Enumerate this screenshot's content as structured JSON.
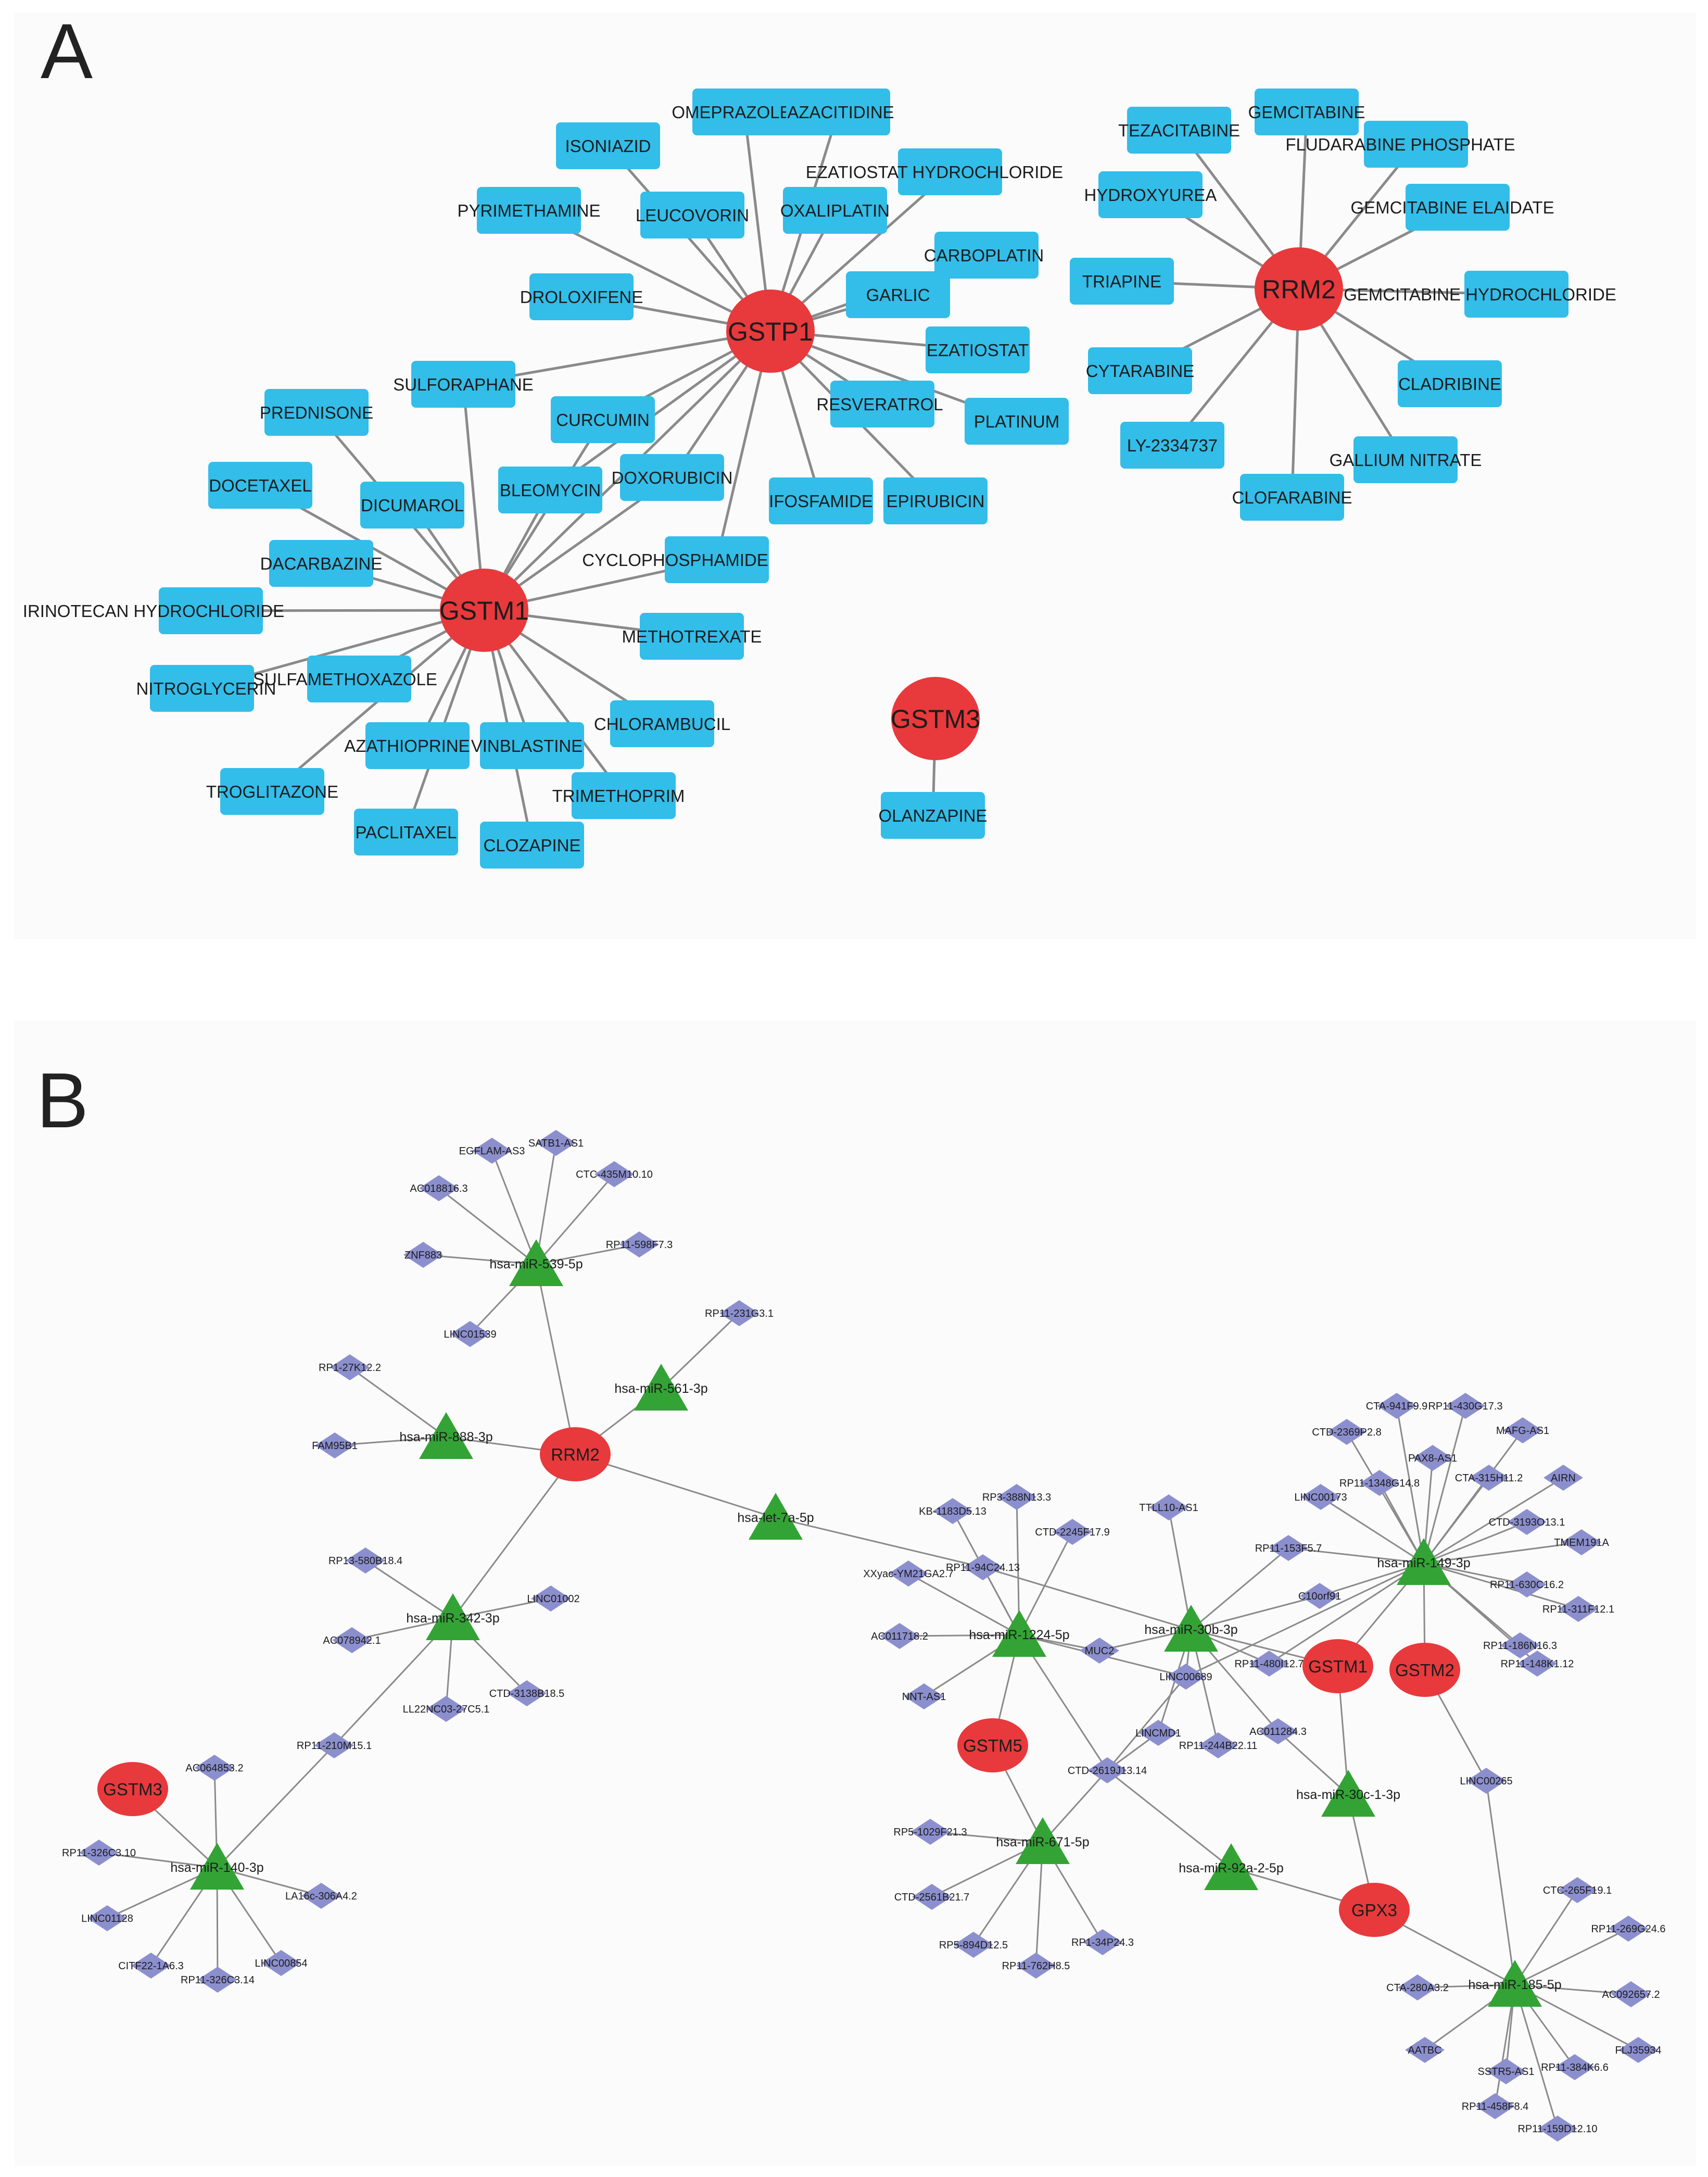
{
  "panels": [
    {
      "letter": "A"
    },
    {
      "letter": "B"
    }
  ],
  "colors": {
    "gene": "#e8393c",
    "drug": "#33bde9",
    "mirna": "#33a335",
    "lncrna": "#8c8fce",
    "edge": "#8a8a8a",
    "panel_bg": "#fbfbfb"
  },
  "network_a": {
    "genes": [
      "GSTP1",
      "RRM2",
      "GSTM1",
      "GSTM3"
    ],
    "drugs": [
      "OMEPRAZOLE",
      "AZACITIDINE",
      "ISONIAZID",
      "EZATIOSTAT HYDROCHLORIDE",
      "PYRIMETHAMINE",
      "LEUCOVORIN",
      "OXALIPLATIN",
      "CARBOPLATIN",
      "DROLOXIFENE",
      "GARLIC",
      "EZATIOSTAT",
      "SULFORAPHANE",
      "RESVERATROL",
      "PLATINUM",
      "PREDNISONE",
      "CURCUMIN",
      "DOCETAXEL",
      "DICUMAROL",
      "BLEOMYCIN",
      "DOXORUBICIN",
      "IFOSFAMIDE",
      "EPIRUBICIN",
      "DACARBAZINE",
      "CYCLOPHOSPHAMIDE",
      "IRINOTECAN HYDROCHLORIDE",
      "METHOTREXATE",
      "NITROGLYCERIN",
      "SULFAMETHOXAZOLE",
      "CHLORAMBUCIL",
      "AZATHIOPRINE",
      "VINBLASTINE",
      "TROGLITAZONE",
      "TRIMETHOPRIM",
      "PACLITAXEL",
      "CLOZAPINE",
      "TEZACITABINE",
      "GEMCITABINE",
      "FLUDARABINE PHOSPHATE",
      "HYDROXYUREA",
      "GEMCITABINE ELAIDATE",
      "TRIAPINE",
      "GEMCITABINE HYDROCHLORIDE",
      "CYTARABINE",
      "CLADRIBINE",
      "LY-2334737",
      "GALLIUM NITRATE",
      "CLOFARABINE",
      "OLANZAPINE"
    ],
    "edges": [
      [
        "GSTP1",
        "OMEPRAZOLE"
      ],
      [
        "GSTP1",
        "AZACITIDINE"
      ],
      [
        "GSTP1",
        "ISONIAZID"
      ],
      [
        "GSTP1",
        "EZATIOSTAT HYDROCHLORIDE"
      ],
      [
        "GSTP1",
        "PYRIMETHAMINE"
      ],
      [
        "GSTP1",
        "LEUCOVORIN"
      ],
      [
        "GSTP1",
        "OXALIPLATIN"
      ],
      [
        "GSTP1",
        "CARBOPLATIN"
      ],
      [
        "GSTP1",
        "DROLOXIFENE"
      ],
      [
        "GSTP1",
        "GARLIC"
      ],
      [
        "GSTP1",
        "EZATIOSTAT"
      ],
      [
        "GSTP1",
        "SULFORAPHANE"
      ],
      [
        "GSTP1",
        "RESVERATROL"
      ],
      [
        "GSTP1",
        "PLATINUM"
      ],
      [
        "GSTP1",
        "CURCUMIN"
      ],
      [
        "GSTP1",
        "BLEOMYCIN"
      ],
      [
        "GSTP1",
        "DOXORUBICIN"
      ],
      [
        "GSTP1",
        "IFOSFAMIDE"
      ],
      [
        "GSTP1",
        "EPIRUBICIN"
      ],
      [
        "GSTP1",
        "CYCLOPHOSPHAMIDE"
      ],
      [
        "GSTP1",
        "GSTM1"
      ],
      [
        "GSTM1",
        "SULFORAPHANE"
      ],
      [
        "GSTM1",
        "PREDNISONE"
      ],
      [
        "GSTM1",
        "CURCUMIN"
      ],
      [
        "GSTM1",
        "DOCETAXEL"
      ],
      [
        "GSTM1",
        "DICUMAROL"
      ],
      [
        "GSTM1",
        "BLEOMYCIN"
      ],
      [
        "GSTM1",
        "DOXORUBICIN"
      ],
      [
        "GSTM1",
        "DACARBAZINE"
      ],
      [
        "GSTM1",
        "CYCLOPHOSPHAMIDE"
      ],
      [
        "GSTM1",
        "IRINOTECAN HYDROCHLORIDE"
      ],
      [
        "GSTM1",
        "METHOTREXATE"
      ],
      [
        "GSTM1",
        "NITROGLYCERIN"
      ],
      [
        "GSTM1",
        "SULFAMETHOXAZOLE"
      ],
      [
        "GSTM1",
        "CHLORAMBUCIL"
      ],
      [
        "GSTM1",
        "AZATHIOPRINE"
      ],
      [
        "GSTM1",
        "VINBLASTINE"
      ],
      [
        "GSTM1",
        "TROGLITAZONE"
      ],
      [
        "GSTM1",
        "TRIMETHOPRIM"
      ],
      [
        "GSTM1",
        "PACLITAXEL"
      ],
      [
        "GSTM1",
        "CLOZAPINE"
      ],
      [
        "RRM2",
        "TEZACITABINE"
      ],
      [
        "RRM2",
        "GEMCITABINE"
      ],
      [
        "RRM2",
        "FLUDARABINE PHOSPHATE"
      ],
      [
        "RRM2",
        "HYDROXYUREA"
      ],
      [
        "RRM2",
        "GEMCITABINE ELAIDATE"
      ],
      [
        "RRM2",
        "TRIAPINE"
      ],
      [
        "RRM2",
        "GEMCITABINE HYDROCHLORIDE"
      ],
      [
        "RRM2",
        "CYTARABINE"
      ],
      [
        "RRM2",
        "CLADRIBINE"
      ],
      [
        "RRM2",
        "LY-2334737"
      ],
      [
        "RRM2",
        "GALLIUM NITRATE"
      ],
      [
        "RRM2",
        "CLOFARABINE"
      ],
      [
        "GSTM3",
        "OLANZAPINE"
      ]
    ]
  },
  "network_b": {
    "genes": [
      "RRM2",
      "GSTM3",
      "GSTM1",
      "GSTM2",
      "GSTM5",
      "GPX3"
    ],
    "mirnas": [
      "hsa-miR-539-5p",
      "hsa-miR-561-3p",
      "hsa-miR-888-3p",
      "hsa-let-7a-5p",
      "hsa-miR-342-3p",
      "hsa-miR-140-3p",
      "hsa-miR-1224-5p",
      "hsa-miR-30b-3p",
      "hsa-miR-149-3p",
      "hsa-miR-30c-1-3p",
      "hsa-miR-671-5p",
      "hsa-miR-92a-2-5p",
      "hsa-miR-185-5p"
    ],
    "lncrnas": [
      "EGFLAM-AS3",
      "SATB1-AS1",
      "AC018816.3",
      "CTC-435M10.10",
      "ZNF883",
      "RP11-598F7.3",
      "LINC01539",
      "RP11-231G3.1",
      "RP1-27K12.2",
      "FAM95B1",
      "RP13-580B18.4",
      "LINC01002",
      "AC078942.1",
      "CTD-3138B18.5",
      "LL22NC03-27C5.1",
      "RP11-210M15.1",
      "AC064853.2",
      "RP11-326C3.10",
      "LA16c-306A4.2",
      "LINC01128",
      "CITF22-1A6.3",
      "RP11-326C3.14",
      "LINC00854",
      "KB-1183D5.13",
      "RP3-388N13.3",
      "CTD-2245F17.9",
      "XXyac-YM21GA2.7",
      "RP11-94C24.13",
      "AC011718.2",
      "NNT-AS1",
      "MUC2",
      "TTLL10-AS1",
      "RP11-153F5.7",
      "C10orf91",
      "RP11-480I12.7",
      "LINC00689",
      "LINCMD1",
      "RP11-244B22.11",
      "AC011284.3",
      "CTD-2619J13.14",
      "CTA-941F9.9",
      "RP11-430G17.3",
      "CTD-2369P2.8",
      "MAFG-AS1",
      "PAX8-AS1",
      "RP11-1348G14.8",
      "CTA-315H11.2",
      "AIRN",
      "LINC00173",
      "CTD-3193O13.1",
      "TMEM191A",
      "RP11-630C16.2",
      "RP11-311F12.1",
      "RP11-186N16.3",
      "RP11-148K1.12",
      "LINC00265",
      "RP5-1029F21.3",
      "CTD-2561B21.7",
      "RP5-894D12.5",
      "RP11-762H8.5",
      "RP1-34P24.3",
      "CTC-265F19.1",
      "RP11-269G24.6",
      "CTA-280A3.2",
      "AC092657.2",
      "AATBC",
      "FLJ35934",
      "SSTR5-AS1",
      "RP11-384K6.6",
      "RP11-458F8.4",
      "RP11-159D12.10"
    ],
    "edges": [
      [
        "hsa-miR-539-5p",
        "EGFLAM-AS3"
      ],
      [
        "hsa-miR-539-5p",
        "SATB1-AS1"
      ],
      [
        "hsa-miR-539-5p",
        "AC018816.3"
      ],
      [
        "hsa-miR-539-5p",
        "CTC-435M10.10"
      ],
      [
        "hsa-miR-539-5p",
        "ZNF883"
      ],
      [
        "hsa-miR-539-5p",
        "RP11-598F7.3"
      ],
      [
        "hsa-miR-539-5p",
        "LINC01539"
      ],
      [
        "hsa-miR-539-5p",
        "RRM2"
      ],
      [
        "hsa-miR-561-3p",
        "RP11-231G3.1"
      ],
      [
        "hsa-miR-561-3p",
        "RRM2"
      ],
      [
        "hsa-miR-888-3p",
        "RP1-27K12.2"
      ],
      [
        "hsa-miR-888-3p",
        "FAM95B1"
      ],
      [
        "hsa-miR-888-3p",
        "RRM2"
      ],
      [
        "hsa-let-7a-5p",
        "RRM2"
      ],
      [
        "hsa-let-7a-5p",
        "RP11-94C24.13"
      ],
      [
        "hsa-miR-342-3p",
        "RRM2"
      ],
      [
        "hsa-miR-342-3p",
        "RP13-580B18.4"
      ],
      [
        "hsa-miR-342-3p",
        "LINC01002"
      ],
      [
        "hsa-miR-342-3p",
        "AC078942.1"
      ],
      [
        "hsa-miR-342-3p",
        "CTD-3138B18.5"
      ],
      [
        "hsa-miR-342-3p",
        "LL22NC03-27C5.1"
      ],
      [
        "hsa-miR-342-3p",
        "RP11-210M15.1"
      ],
      [
        "hsa-miR-140-3p",
        "RP11-210M15.1"
      ],
      [
        "hsa-miR-140-3p",
        "GSTM3"
      ],
      [
        "hsa-miR-140-3p",
        "AC064853.2"
      ],
      [
        "hsa-miR-140-3p",
        "RP11-326C3.10"
      ],
      [
        "hsa-miR-140-3p",
        "LA16c-306A4.2"
      ],
      [
        "hsa-miR-140-3p",
        "LINC01128"
      ],
      [
        "hsa-miR-140-3p",
        "CITF22-1A6.3"
      ],
      [
        "hsa-miR-140-3p",
        "RP11-326C3.14"
      ],
      [
        "hsa-miR-140-3p",
        "LINC00854"
      ],
      [
        "hsa-miR-1224-5p",
        "KB-1183D5.13"
      ],
      [
        "hsa-miR-1224-5p",
        "RP3-388N13.3"
      ],
      [
        "hsa-miR-1224-5p",
        "CTD-2245F17.9"
      ],
      [
        "hsa-miR-1224-5p",
        "XXyac-YM21GA2.7"
      ],
      [
        "hsa-miR-1224-5p",
        "RP11-94C24.13"
      ],
      [
        "hsa-miR-1224-5p",
        "AC011718.2"
      ],
      [
        "hsa-miR-1224-5p",
        "NNT-AS1"
      ],
      [
        "hsa-miR-1224-5p",
        "MUC2"
      ],
      [
        "hsa-miR-1224-5p",
        "GSTM5"
      ],
      [
        "hsa-miR-1224-5p",
        "CTD-2619J13.14"
      ],
      [
        "hsa-miR-1224-5p",
        "LINC00689"
      ],
      [
        "hsa-miR-30b-3p",
        "TTLL10-AS1"
      ],
      [
        "hsa-miR-30b-3p",
        "RP11-94C24.13"
      ],
      [
        "hsa-miR-30b-3p",
        "RP11-153F5.7"
      ],
      [
        "hsa-miR-30b-3p",
        "C10orf91"
      ],
      [
        "hsa-miR-30b-3p",
        "RP11-480I12.7"
      ],
      [
        "hsa-miR-30b-3p",
        "LINC00689"
      ],
      [
        "hsa-miR-30b-3p",
        "MUC2"
      ],
      [
        "hsa-miR-30b-3p",
        "LINCMD1"
      ],
      [
        "hsa-miR-30b-3p",
        "RP11-244B22.11"
      ],
      [
        "hsa-miR-30b-3p",
        "AC011284.3"
      ],
      [
        "hsa-miR-30b-3p",
        "GSTM1"
      ],
      [
        "hsa-miR-149-3p",
        "CTA-941F9.9"
      ],
      [
        "hsa-miR-149-3p",
        "RP11-430G17.3"
      ],
      [
        "hsa-miR-149-3p",
        "CTD-2369P2.8"
      ],
      [
        "hsa-miR-149-3p",
        "MAFG-AS1"
      ],
      [
        "hsa-miR-149-3p",
        "PAX8-AS1"
      ],
      [
        "hsa-miR-149-3p",
        "RP11-1348G14.8"
      ],
      [
        "hsa-miR-149-3p",
        "CTA-315H11.2"
      ],
      [
        "hsa-miR-149-3p",
        "AIRN"
      ],
      [
        "hsa-miR-149-3p",
        "LINC00173"
      ],
      [
        "hsa-miR-149-3p",
        "CTD-3193O13.1"
      ],
      [
        "hsa-miR-149-3p",
        "TMEM191A"
      ],
      [
        "hsa-miR-149-3p",
        "RP11-153F5.7"
      ],
      [
        "hsa-miR-149-3p",
        "C10orf91"
      ],
      [
        "hsa-miR-149-3p",
        "RP11-630C16.2"
      ],
      [
        "hsa-miR-149-3p",
        "RP11-311F12.1"
      ],
      [
        "hsa-miR-149-3p",
        "RP11-186N16.3"
      ],
      [
        "hsa-miR-149-3p",
        "RP11-148K1.12"
      ],
      [
        "hsa-miR-149-3p",
        "GSTM1"
      ],
      [
        "hsa-miR-149-3p",
        "GSTM2"
      ],
      [
        "hsa-miR-149-3p",
        "RP11-480I12.7"
      ],
      [
        "hsa-miR-149-3p",
        "LINC00689"
      ],
      [
        "hsa-miR-30c-1-3p",
        "GSTM1"
      ],
      [
        "hsa-miR-30c-1-3p",
        "AC011284.3"
      ],
      [
        "hsa-miR-30c-1-3p",
        "GPX3"
      ],
      [
        "hsa-miR-671-5p",
        "CTD-2619J13.14"
      ],
      [
        "hsa-miR-671-5p",
        "GSTM5"
      ],
      [
        "hsa-miR-671-5p",
        "RP5-1029F21.3"
      ],
      [
        "hsa-miR-671-5p",
        "CTD-2561B21.7"
      ],
      [
        "hsa-miR-671-5p",
        "RP5-894D12.5"
      ],
      [
        "hsa-miR-671-5p",
        "RP11-762H8.5"
      ],
      [
        "hsa-miR-671-5p",
        "RP1-34P24.3"
      ],
      [
        "hsa-miR-92a-2-5p",
        "CTD-2619J13.14"
      ],
      [
        "hsa-miR-92a-2-5p",
        "GPX3"
      ],
      [
        "hsa-miR-185-5p",
        "GPX3"
      ],
      [
        "hsa-miR-185-5p",
        "LINC00265"
      ],
      [
        "hsa-miR-185-5p",
        "CTC-265F19.1"
      ],
      [
        "hsa-miR-185-5p",
        "RP11-269G24.6"
      ],
      [
        "hsa-miR-185-5p",
        "CTA-280A3.2"
      ],
      [
        "hsa-miR-185-5p",
        "AC092657.2"
      ],
      [
        "hsa-miR-185-5p",
        "AATBC"
      ],
      [
        "hsa-miR-185-5p",
        "FLJ35934"
      ],
      [
        "hsa-miR-185-5p",
        "SSTR5-AS1"
      ],
      [
        "hsa-miR-185-5p",
        "RP11-384K6.6"
      ],
      [
        "hsa-miR-185-5p",
        "RP11-458F8.4"
      ],
      [
        "hsa-miR-185-5p",
        "RP11-159D12.10"
      ],
      [
        "GSTM2",
        "LINC00265"
      ],
      [
        "CTD-2619J13.14",
        "LINCMD1"
      ],
      [
        "CTD-2619J13.14",
        "LINC00689"
      ]
    ]
  }
}
